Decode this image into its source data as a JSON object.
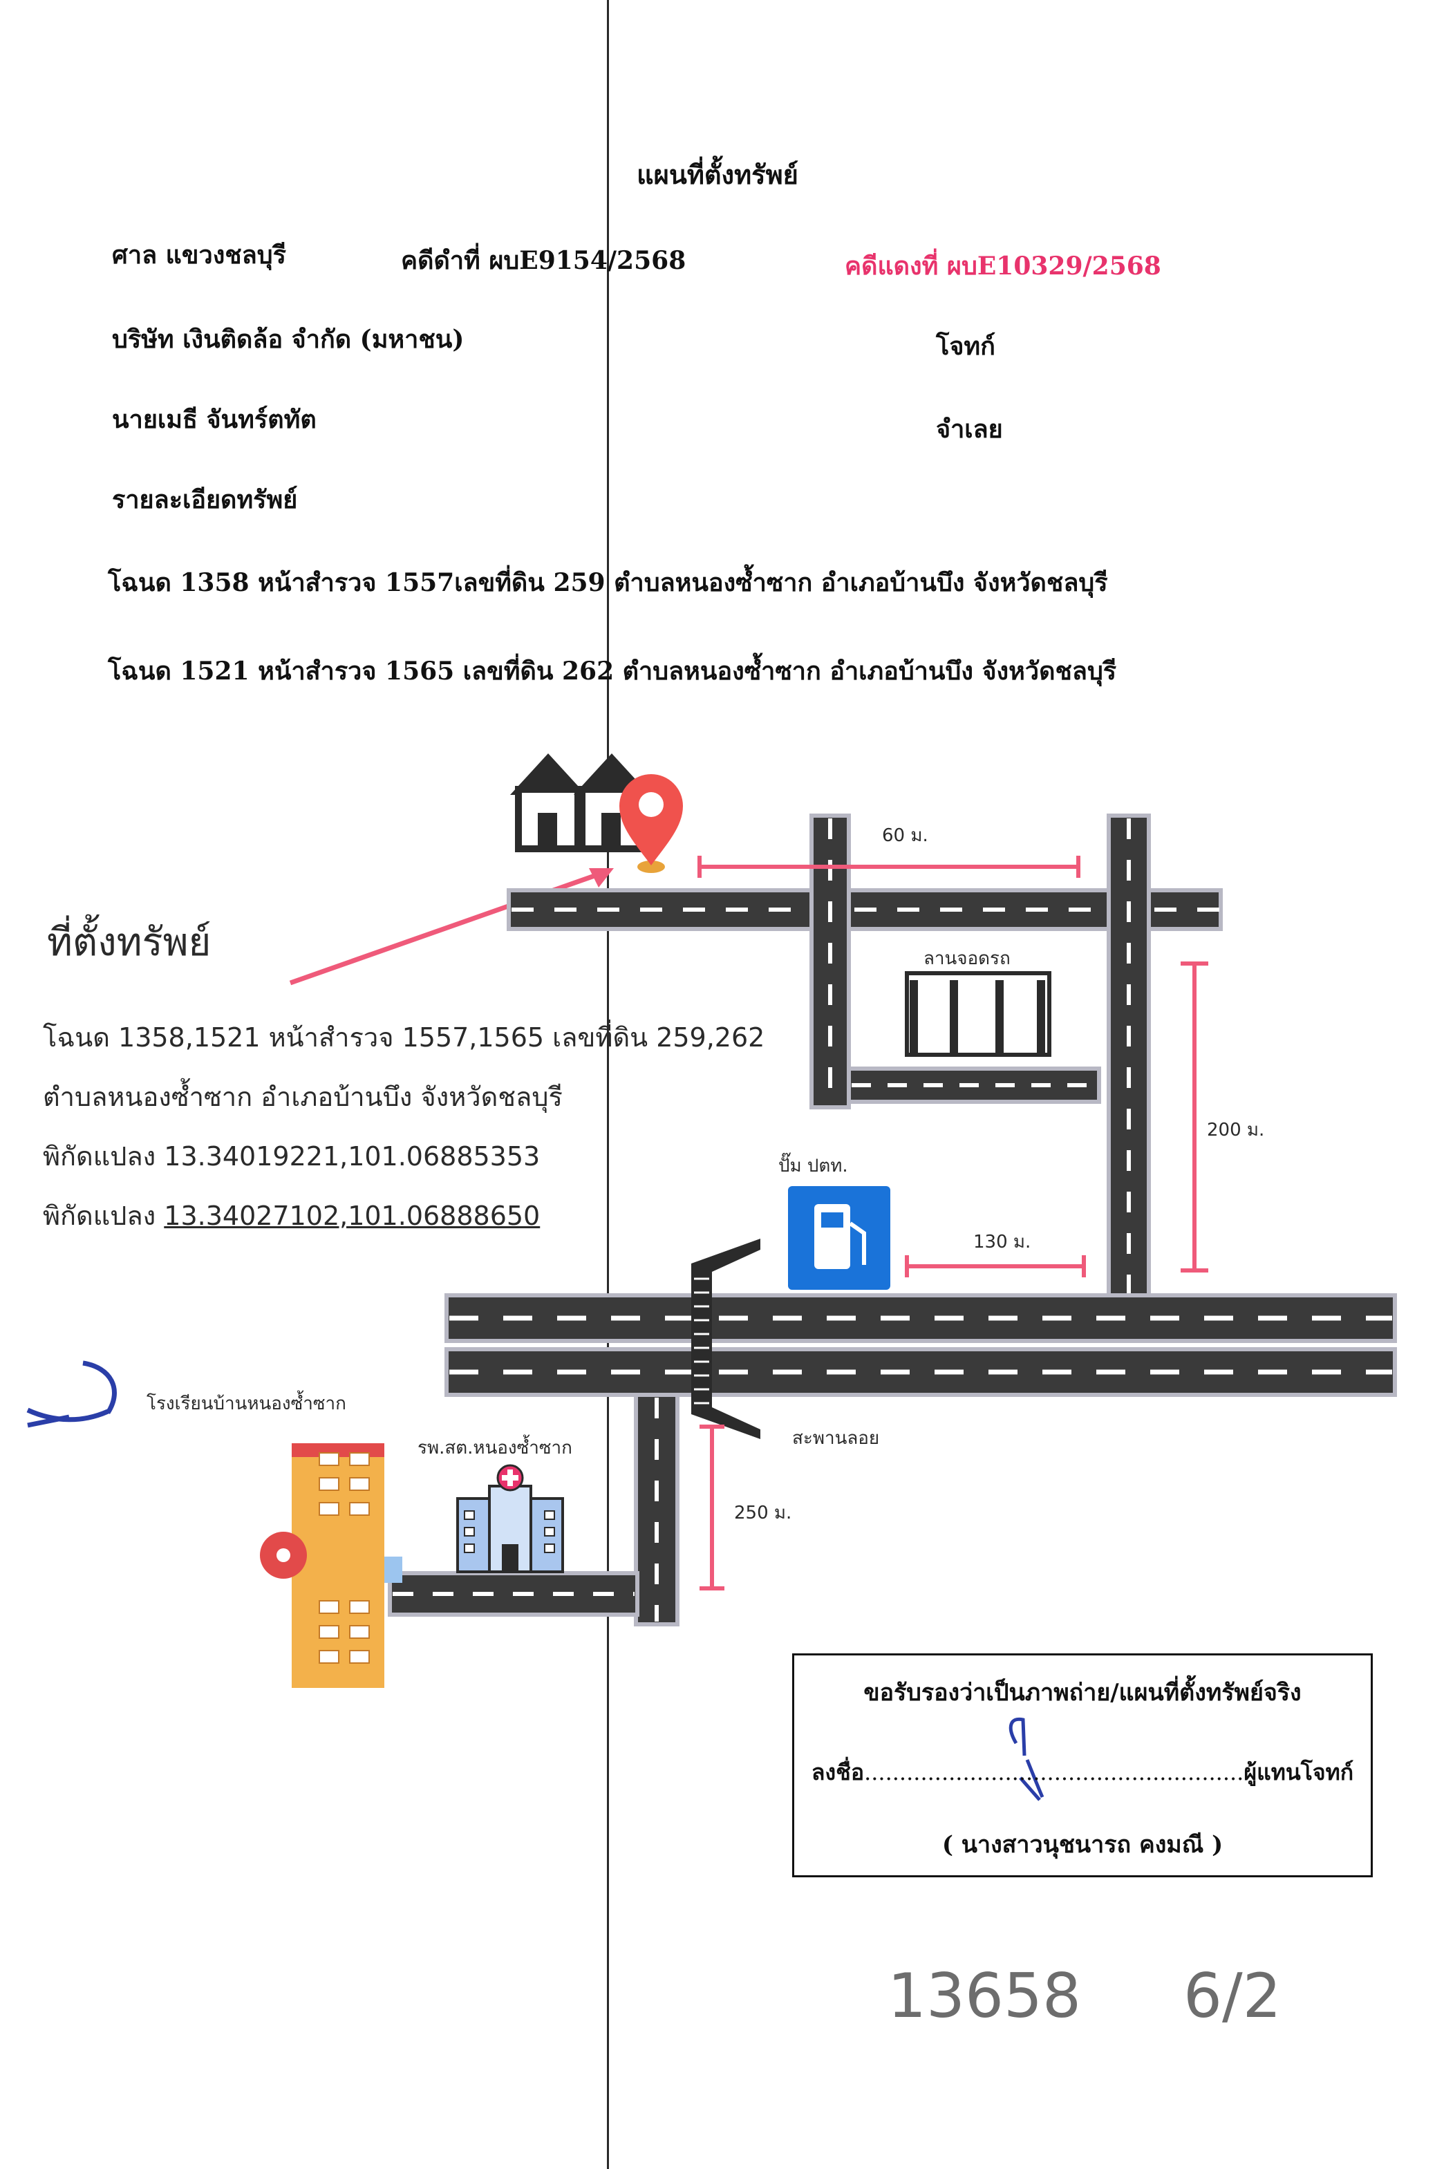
{
  "document": {
    "title": "แผนที่ตั้งทรัพย์",
    "court": "ศาล แขวงชลบุรี",
    "black_case": "คดีดำที่ ผบE9154/2568",
    "red_case": "คดีแดงที่ ผบE10329/2568",
    "plaintiff_name": "บริษัท เงินติดล้อ จำกัด (มหาชน)",
    "plaintiff_role": "โจทก์",
    "defendant_name": "นายเมธี จันทร์ตทัต",
    "defendant_role": "จำเลย",
    "details_heading": "รายละเอียดทรัพย์",
    "deeds": [
      "โฉนด 1358 หน้าสำรวจ 1557เลขที่ดิน 259 ตำบลหนองซ้ำซาก อำเภอบ้านบึง จังหวัดชลบุรี",
      "โฉนด 1521 หน้าสำรวจ 1565 เลขที่ดิน 262 ตำบลหนองซ้ำซาก อำเภอบ้านบึง จังหวัดชลบุรี"
    ]
  },
  "location": {
    "title": "ที่ตั้งทรัพย์",
    "lines": [
      "โฉนด 1358,1521 หน้าสำรวจ 1557,1565 เลขที่ดิน 259,262",
      "ตำบลหนองซ้ำซาก อำเภอบ้านบึง จังหวัดชลบุรี",
      "พิกัดแปลง 13.34019221,101.06885353"
    ],
    "coord2_prefix": "พิกัดแปลง ",
    "coord2_value": "13.34027102,101.06888650"
  },
  "map": {
    "dist_60": "60 ม.",
    "dist_200": "200 ม.",
    "dist_130": "130 ม.",
    "dist_250": "250 ม.",
    "parking_label": "ลานจอดรถ",
    "gas_station_label": "ปั๊ม ปตท.",
    "bridge_label": "สะพานลอย",
    "school_label": "โรงเรียนบ้านหนองซ้ำซาก",
    "hospital_label": "รพ.สต.หนองซ้ำซาก"
  },
  "certification": {
    "statement": "ขอรับรองว่าเป็นภาพถ่าย/แผนที่ตั้งทรัพย์จริง",
    "sign_prefix": "ลงชื่อ",
    "sign_dots": "......................................................",
    "sign_suffix": "ผู้แทนโจทก์",
    "signer_name": "( นางสาวนุชนารถ คงมณี )"
  },
  "handwritten": {
    "number": "13658",
    "page": "6/2"
  },
  "colors": {
    "road": "#3a3a3a",
    "road_edge": "#b8b8c4",
    "measure": "#ef5a7a",
    "pin": "#f0524d",
    "gas": "#1a73d9",
    "signature_ink": "#2a3ea8"
  }
}
